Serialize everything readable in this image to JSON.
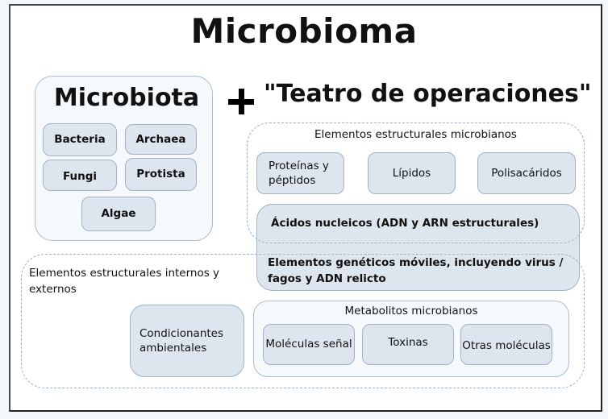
{
  "title": "Microbioma",
  "plus_icon": "plus-icon",
  "microbiota": {
    "title": "Microbiota",
    "items": [
      "Bacteria",
      "Archaea",
      "Fungi",
      "Protista",
      "Algae"
    ]
  },
  "teatro": {
    "title": "\"Teatro de operaciones\""
  },
  "structural_microbial": {
    "label": "Elementos estructurales microbianos",
    "items": [
      "Proteínas y péptidos",
      "Lípidos",
      "Polisacáridos"
    ],
    "nucleic_acids": "Ácidos nucleicos (ADN y ARN estructurales)",
    "mobile_elements": "Elementos genéticos móviles, incluyendo virus / fagos y ADN relicto"
  },
  "internal_external": {
    "label": "Elementos estructurales internos y externos",
    "environmental": "Condicionantes ambientales"
  },
  "metabolites": {
    "label": "Metabolitos microbianos",
    "items": [
      "Moléculas señal",
      "Toxinas",
      "Otras moléculas"
    ]
  },
  "colors": {
    "box_fill": "#dde5ee",
    "box_border": "#9fb2c6",
    "container_fill": "#f5f9fc",
    "dashed_border": "#9fb4c8"
  }
}
